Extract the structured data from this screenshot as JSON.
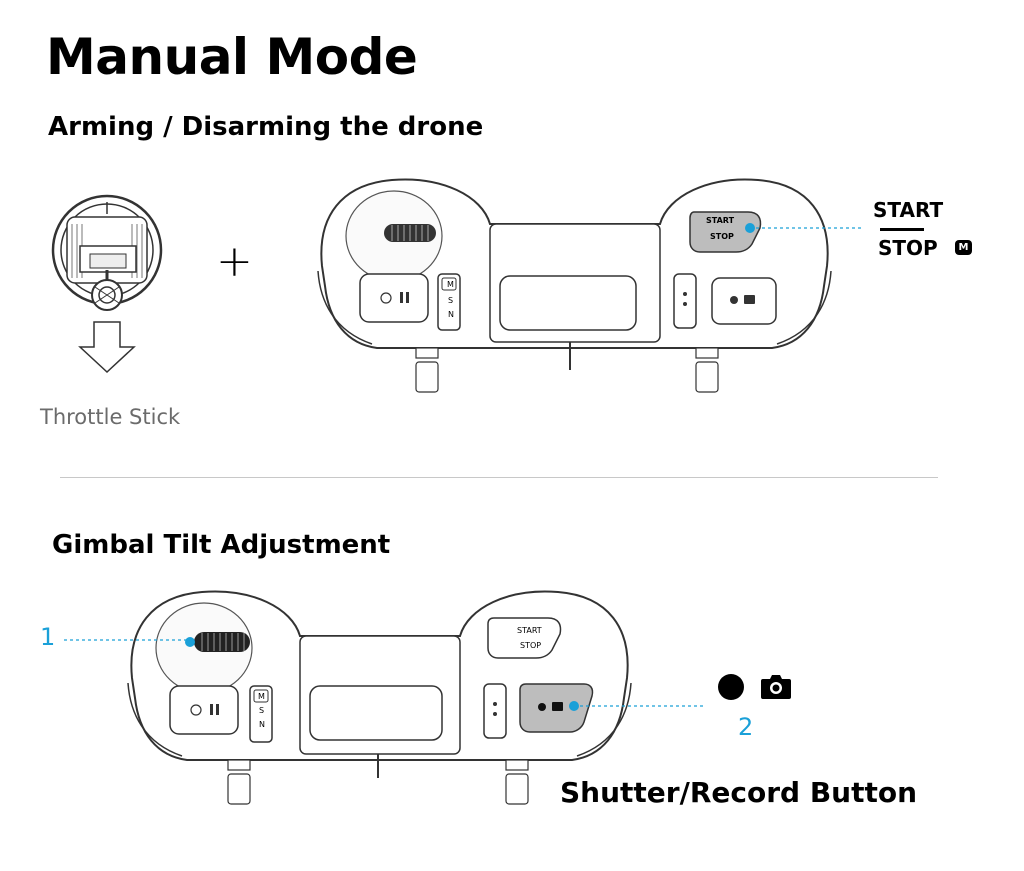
{
  "title": "Manual Mode",
  "arming": {
    "heading": "Arming / Disarming the drone",
    "throttle_caption": "Throttle Stick",
    "plus": "+",
    "start_label": "START",
    "stop_label": "STOP",
    "m_icon": "m-badge-icon",
    "controller_start": "START",
    "controller_stop": "STOP"
  },
  "gimbal": {
    "heading": "Gimbal Tilt Adjustment",
    "callout_1": "1",
    "callout_2": "2",
    "shutter_label": "Shutter/Record Button",
    "controller_start": "START",
    "controller_stop": "STOP"
  },
  "controller": {
    "switch_m": "M",
    "switch_s": "S",
    "switch_n": "N"
  },
  "colors": {
    "callout": "#1aa0d8",
    "highlight": "#bdbdbd",
    "outline": "#333333"
  }
}
